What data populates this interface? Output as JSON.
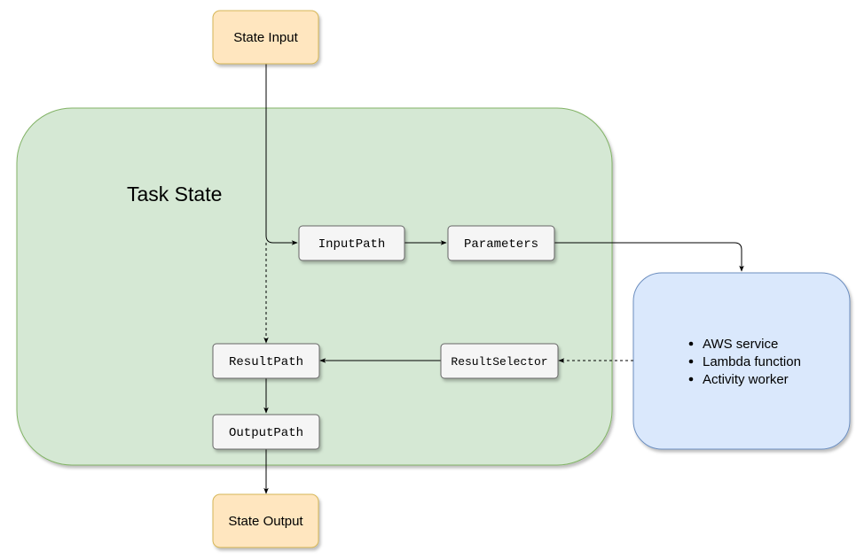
{
  "diagram": {
    "state_input": "State Input",
    "state_output": "State Output",
    "task_state": "Task State",
    "input_path": "InputPath",
    "parameters": "Parameters",
    "result_path": "ResultPath",
    "result_selector": "ResultSelector",
    "output_path": "OutputPath",
    "integrations": [
      "AWS service",
      "Lambda function",
      "Activity worker"
    ]
  },
  "colors": {
    "io_fill": "#ffe6bf",
    "io_stroke": "#d6b656",
    "task_fill": "#d5e8d4",
    "task_stroke": "#82b366",
    "step_fill": "#f5f5f5",
    "step_stroke": "#666666",
    "integration_fill": "#dae8fc",
    "integration_stroke": "#6c8ebf"
  }
}
